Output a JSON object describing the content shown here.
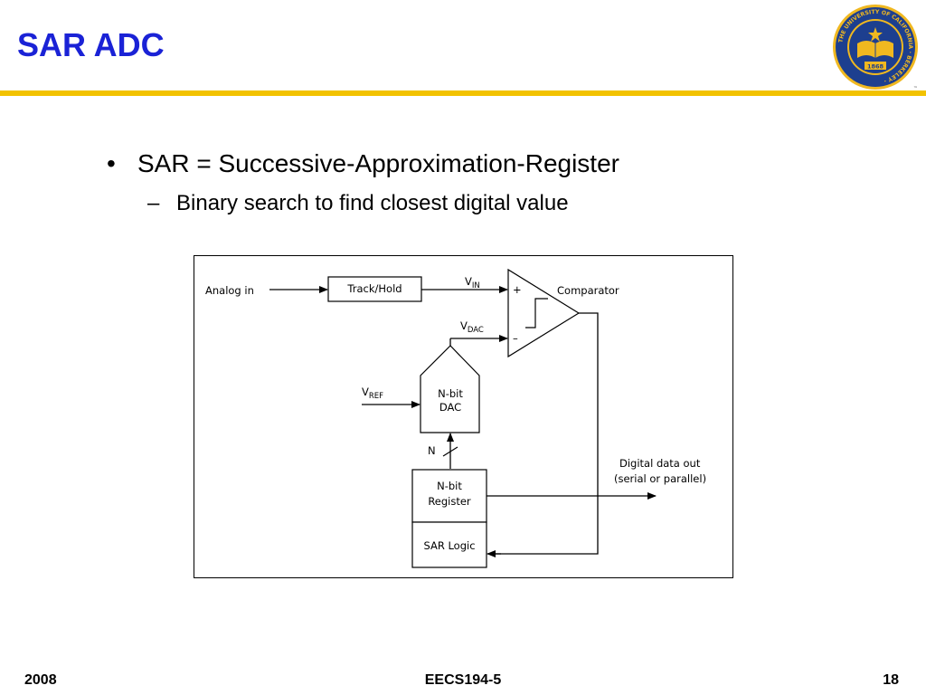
{
  "slide": {
    "title": "SAR ADC",
    "bullet_marker": "•",
    "bullet": "SAR = Successive-Approximation-Register",
    "sub_bullet_marker": "–",
    "sub_bullet": "Binary search to find closest digital value"
  },
  "footer": {
    "year": "2008",
    "course": "EECS194-5",
    "page": "18"
  },
  "logo": {
    "ring_text": "THE UNIVERSITY OF CALIFORNIA · BERKELEY ·",
    "year": "1868",
    "tm": "™",
    "colors": {
      "ring": "#1d3f8f",
      "gold": "#f0b820"
    }
  },
  "diagram": {
    "analog_in": "Analog in",
    "track_hold": "Track/Hold",
    "v_in_main": "V",
    "v_in_sub": "IN",
    "v_dac_main": "V",
    "v_dac_sub": "DAC",
    "plus": "+",
    "minus": "–",
    "comparator": "Comparator",
    "v_ref_main": "V",
    "v_ref_sub": "REF",
    "dac_line1": "N-bit",
    "dac_line2": "DAC",
    "bus_width": "N",
    "register_line1": "N-bit",
    "register_line2": "Register",
    "sar_logic": "SAR Logic",
    "digital_out_line1": "Digital data out",
    "digital_out_line2": "(serial or parallel)"
  }
}
